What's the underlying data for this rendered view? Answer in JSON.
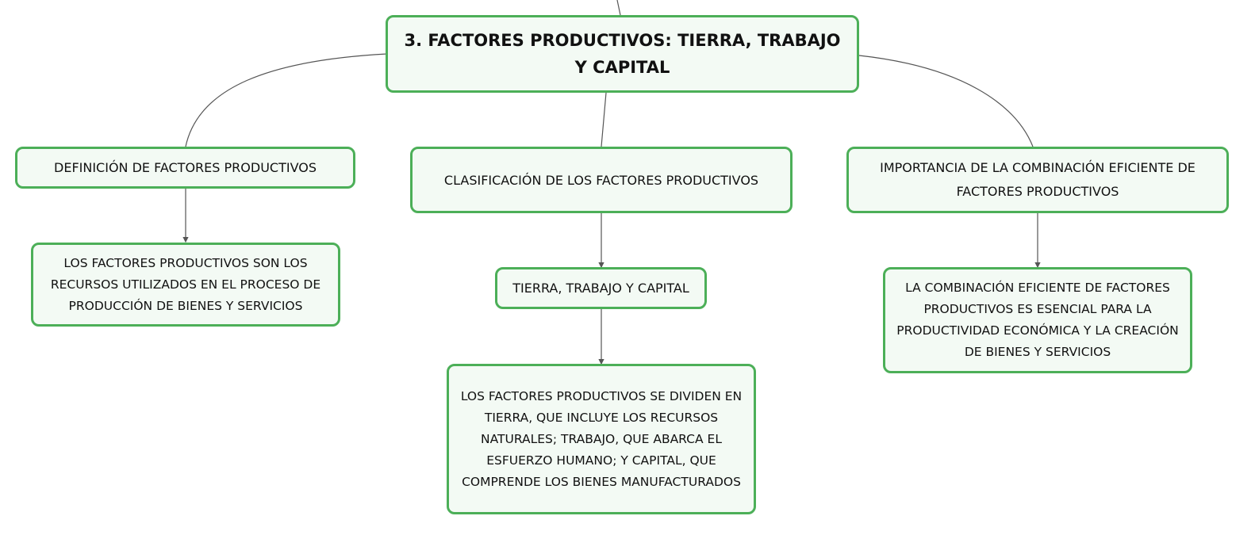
{
  "nodes": {
    "root": "3. FACTORES PRODUCTIVOS: TIERRA, TRABAJO Y CAPITAL",
    "definition": "DEFINICIÓN DE FACTORES PRODUCTIVOS",
    "classification": "CLASIFICACIÓN DE LOS FACTORES PRODUCTIVOS",
    "importance": "IMPORTANCIA DE LA COMBINACIÓN EFICIENTE DE FACTORES PRODUCTIVOS",
    "definition_detail": "LOS FACTORES PRODUCTIVOS SON LOS RECURSOS UTILIZADOS EN EL PROCESO DE PRODUCCIÓN DE BIENES Y SERVICIOS",
    "classification_sub": "TIERRA, TRABAJO Y CAPITAL",
    "classification_detail": "LOS FACTORES PRODUCTIVOS SE DIVIDEN EN TIERRA, QUE INCLUYE LOS RECURSOS NATURALES; TRABAJO, QUE ABARCA EL ESFUERZO HUMANO; Y CAPITAL, QUE COMPRENDE LOS BIENES MANUFACTURADOS",
    "importance_detail": "LA COMBINACIÓN EFICIENTE DE FACTORES PRODUCTIVOS ES ESENCIAL PARA LA PRODUCTIVIDAD ECONÓMICA Y LA CREACIÓN DE BIENES Y SERVICIOS"
  },
  "colors": {
    "node_border": "#4caf58",
    "node_fill": "#f3faf4",
    "connector": "#555555"
  }
}
